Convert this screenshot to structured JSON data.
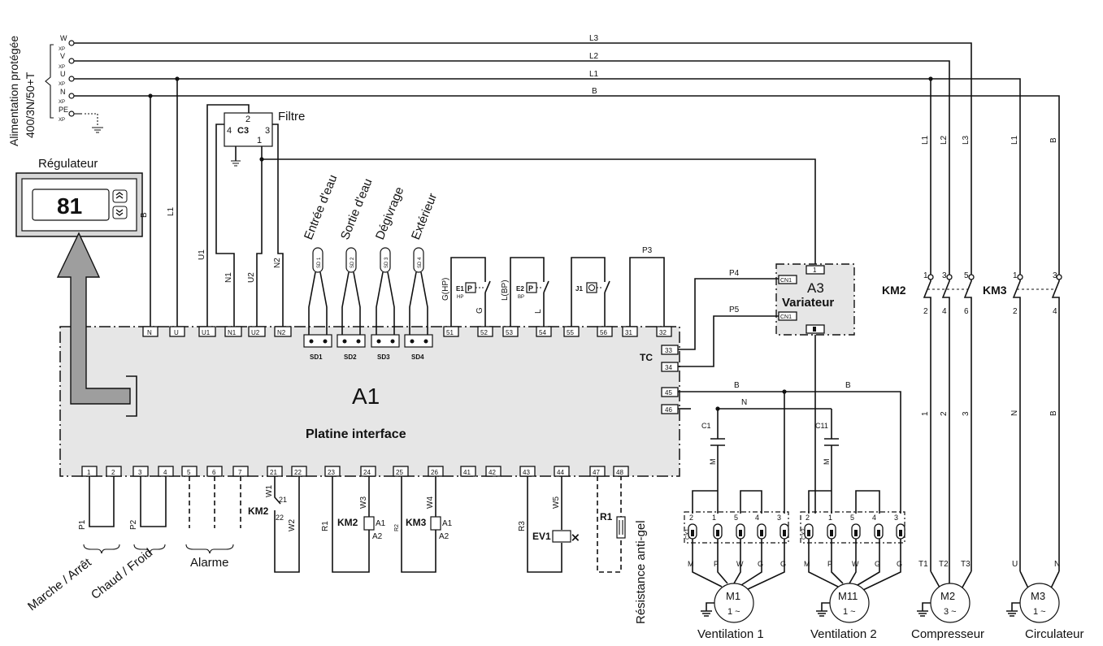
{
  "supply": {
    "label_line1": "Alimentation protégée",
    "label_line2": "400/3N/50+T",
    "terminals": [
      {
        "name": "W",
        "sub": "XP"
      },
      {
        "name": "V",
        "sub": "XP"
      },
      {
        "name": "U",
        "sub": "XP"
      },
      {
        "name": "N",
        "sub": "XP"
      },
      {
        "name": "PE",
        "sub": "XP"
      }
    ],
    "lines": [
      "L3",
      "L2",
      "L1",
      "B"
    ]
  },
  "regulator": {
    "label": "Régulateur",
    "display": "81"
  },
  "filter": {
    "label": "Filtre",
    "ref": "C3",
    "pins": [
      "2",
      "4",
      "3",
      "1"
    ]
  },
  "board": {
    "name": "A1",
    "subtitle": "Platine interface",
    "tc_label": "TC",
    "top_terminals": [
      "N",
      "U",
      "U1",
      "N1",
      "U2",
      "N2",
      "51",
      "52",
      "53",
      "54",
      "55",
      "56",
      "31",
      "32"
    ],
    "side_terminals": [
      "33",
      "34",
      "45",
      "46"
    ],
    "bottom_terminals": [
      "1",
      "2",
      "3",
      "4",
      "5",
      "6",
      "7",
      "21",
      "22",
      "23",
      "24",
      "25",
      "26",
      "41",
      "42",
      "43",
      "44",
      "47",
      "48"
    ],
    "sensor_blocks": [
      "SD1",
      "SD2",
      "SD3",
      "SD4"
    ]
  },
  "wires": {
    "top": [
      "B",
      "L1",
      "U1",
      "N1",
      "U2",
      "N2",
      "G(HP)",
      "G",
      "L(BP)",
      "L",
      "P3"
    ],
    "bottom": [
      "P1",
      "P2",
      "W1",
      "W2",
      "R1",
      "W3",
      "R2",
      "W4",
      "R3",
      "W5"
    ]
  },
  "sensors": {
    "labels": [
      "Entrée d'eau",
      "Sortie d'eau",
      "Dégivrage",
      "Extérieur"
    ],
    "codes": [
      "SD 1",
      "SD 2",
      "SD 3",
      "SD 4"
    ]
  },
  "switches": {
    "e1": "E1",
    "e1_sub": "HP",
    "e2": "E2",
    "e2_sub": "BP",
    "j1": "J1",
    "p": "P"
  },
  "variator": {
    "ref": "A3",
    "name": "Variateur",
    "cn1": "CN1",
    "p4": "P4",
    "p5": "P5",
    "pin": "1"
  },
  "contactors": {
    "km2": "KM2",
    "km3": "KM3",
    "km2_top": [
      "1",
      "3",
      "5"
    ],
    "km2_bot": [
      "2",
      "4",
      "6"
    ],
    "km3_top": [
      "1",
      "3"
    ],
    "km3_bot": [
      "2",
      "4"
    ],
    "a1": "A1",
    "a2": "A2",
    "coil_pins": [
      "21",
      "22"
    ]
  },
  "ev1": "EV1",
  "r1": "R1",
  "antifreeze": "Résistance anti-gel",
  "fans": {
    "cap1": "C1",
    "cap2": "C11",
    "cx1": "CX1",
    "cx2": "CX2",
    "pins": [
      "2",
      "1",
      "5",
      "4",
      "3"
    ],
    "wires": [
      "M",
      "P",
      "W",
      "G",
      "G"
    ],
    "m": "M",
    "n": "N",
    "b": "B"
  },
  "feeds": {
    "km2": [
      "L1",
      "L2",
      "L3"
    ],
    "km3": [
      "L1",
      "B"
    ],
    "mid2": [
      "1",
      "2",
      "3"
    ],
    "mid3": [
      "N",
      "B"
    ],
    "m2": [
      "T1",
      "T2",
      "T3"
    ],
    "m3": [
      "U",
      "N"
    ]
  },
  "motors": [
    {
      "name": "M1",
      "phase": "1 ~"
    },
    {
      "name": "M11",
      "phase": "1 ~"
    },
    {
      "name": "M2",
      "phase": "3 ~"
    },
    {
      "name": "M3",
      "phase": "1 ~"
    }
  ],
  "groups": [
    "Marche / Arrêt",
    "Chaud / Froid",
    "Alarme"
  ],
  "captions": [
    "Ventilation 1",
    "Ventilation 2",
    "Compresseur",
    "Circulateur"
  ],
  "colors": {
    "board": "#e6e6e6",
    "arrow": "#9e9e9e",
    "wire": "#111111"
  }
}
